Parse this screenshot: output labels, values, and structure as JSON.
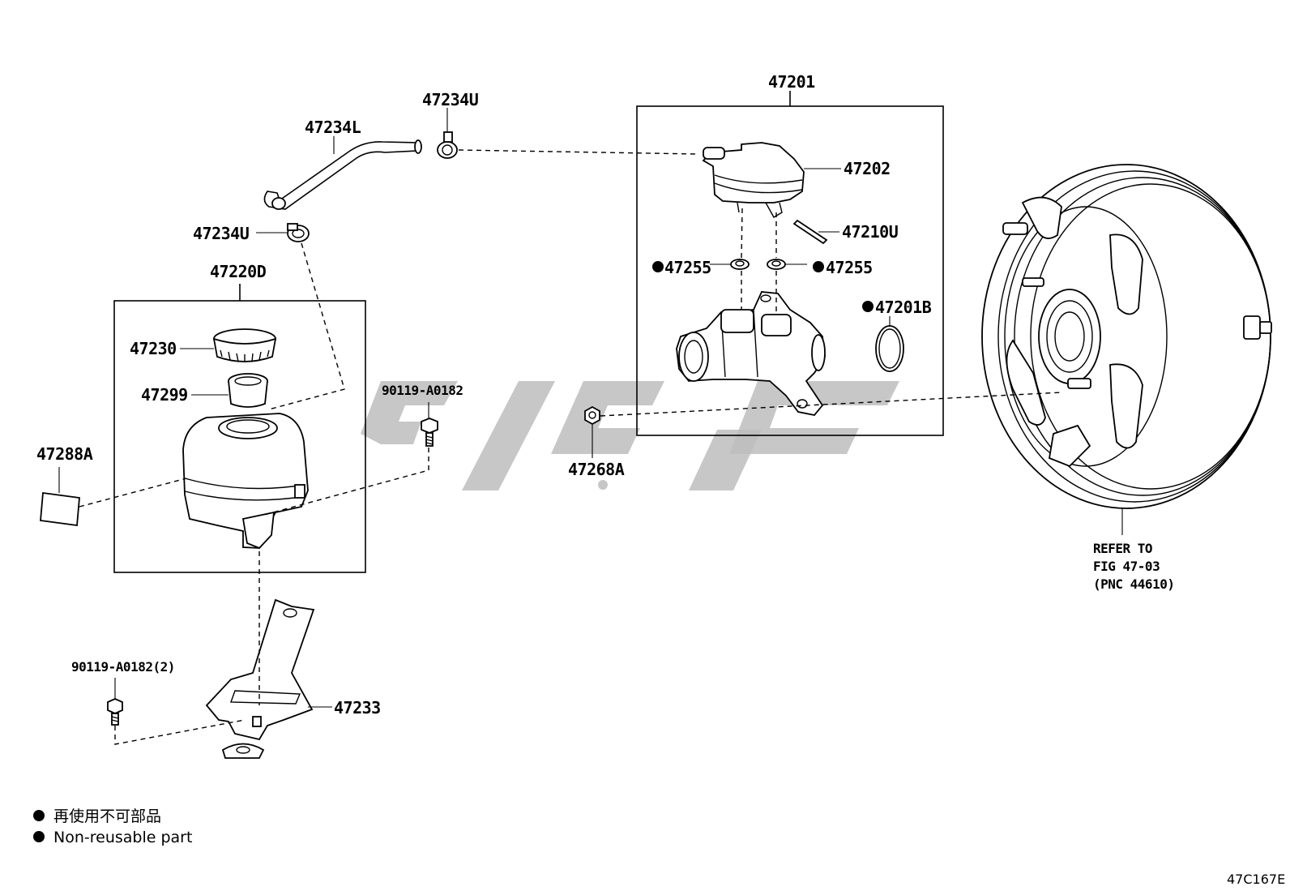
{
  "labels": {
    "p47201": "47201",
    "p47202": "47202",
    "p47210U": "47210U",
    "p47255_left": "47255",
    "p47255_right": "47255",
    "p47201B": "47201B",
    "p47268A": "47268A",
    "p47234U_top": "47234U",
    "p47234L": "47234L",
    "p47234U_left": "47234U",
    "p47220D": "47220D",
    "p47230": "47230",
    "p47299": "47299",
    "p47288A": "47288A",
    "p90119_A0182": "90119-A0182",
    "p90119_A0182_2": "90119-A0182(2)",
    "p47233": "47233"
  },
  "refer_note": {
    "line1": "REFER TO",
    "line2": "FIG 47-03",
    "line3": "(PNC 44610)"
  },
  "legend": {
    "japanese": "再使用不可部品",
    "english": "Non-reusable part"
  },
  "figure_code": "47C167E",
  "colors": {
    "ink": "#000000",
    "watermark": "#bdbdbd",
    "background": "#ffffff"
  }
}
